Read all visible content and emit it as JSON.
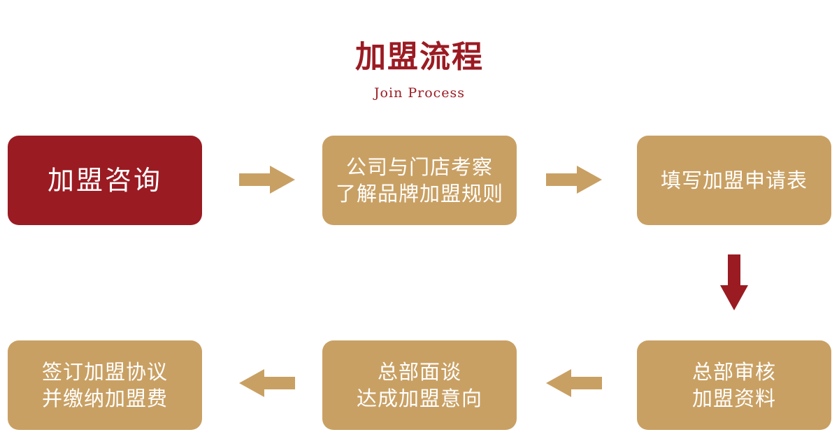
{
  "header": {
    "title": "加盟流程",
    "subtitle": "Join Process"
  },
  "colors": {
    "primary": "#9b1b23",
    "step": "#c9a063",
    "text": "#ffffff"
  },
  "steps": [
    {
      "lines": [
        "加盟咨询"
      ]
    },
    {
      "lines": [
        "公司与门店考察",
        "了解品牌加盟规则"
      ]
    },
    {
      "lines": [
        "填写加盟申请表"
      ]
    },
    {
      "lines": [
        "总部审核",
        "加盟资料"
      ]
    },
    {
      "lines": [
        "总部面谈",
        "达成加盟意向"
      ]
    },
    {
      "lines": [
        "签订加盟协议",
        "并缴纳加盟费"
      ]
    }
  ]
}
